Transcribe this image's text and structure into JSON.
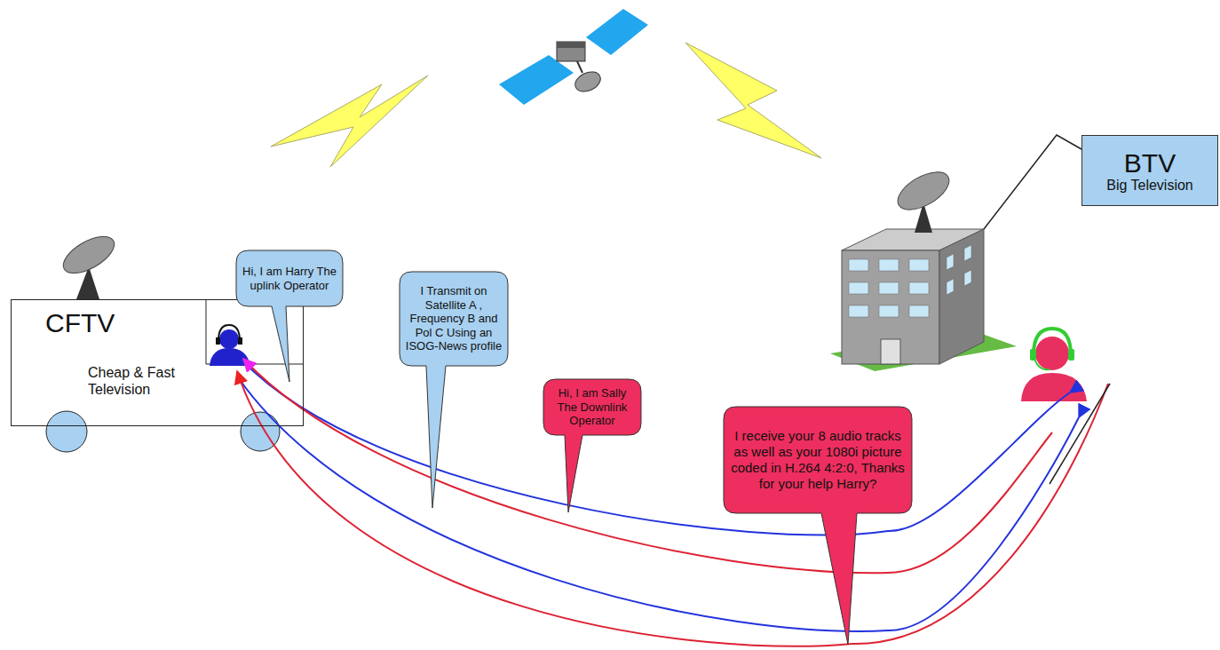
{
  "diagram": {
    "nodes": [
      {
        "text": [
          "CFTV",
          "Cheap & Fast Television"
        ]
      },
      {
        "text": [
          "Hi, I am Harry The uplink Operator"
        ]
      },
      {
        "text": [
          "I Transmit on Satellite A , Frequency B and Pol C Using an ISOG-News profile"
        ]
      },
      {
        "text": [
          "Hi, I am Sally The Downlink Operator"
        ]
      },
      {
        "text": [
          "I receive your 8 audio tracks as well as your 1080i picture coded in H.264 4:2:0, Thanks for your help Harry?"
        ]
      },
      {
        "text": [
          "BTV",
          "Big Television"
        ]
      }
    ]
  }
}
